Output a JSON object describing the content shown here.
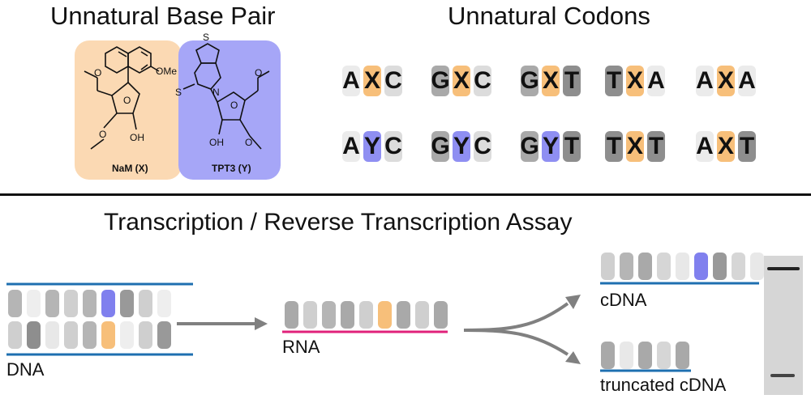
{
  "titles": {
    "base_pair": "Unnatural Base Pair",
    "codons": "Unnatural Codons",
    "assay": "Transcription /  Reverse Transcription Assay"
  },
  "molecules": {
    "left": {
      "caption": "NaM (X)",
      "ome": "OMe",
      "oh": "OH",
      "o": "O"
    },
    "right": {
      "caption": "TPT3 (Y)",
      "s_ring": "S",
      "s_exo": "S",
      "n": "N",
      "oh": "OH",
      "o": "O"
    }
  },
  "codons": [
    {
      "letters": [
        "A",
        "X",
        "C"
      ],
      "colors": [
        "#ebebeb",
        "#f7bf7a",
        "#dcdcdc"
      ]
    },
    {
      "letters": [
        "G",
        "X",
        "C"
      ],
      "colors": [
        "#a9a9a9",
        "#f7bf7a",
        "#dcdcdc"
      ]
    },
    {
      "letters": [
        "G",
        "X",
        "T"
      ],
      "colors": [
        "#a9a9a9",
        "#f7bf7a",
        "#8e8e8e"
      ]
    },
    {
      "letters": [
        "T",
        "X",
        "A"
      ],
      "colors": [
        "#8e8e8e",
        "#f7bf7a",
        "#ebebeb"
      ]
    },
    {
      "letters": [
        "A",
        "X",
        "A"
      ],
      "colors": [
        "#ebebeb",
        "#f7bf7a",
        "#ebebeb"
      ]
    },
    {
      "letters": [
        "A",
        "Y",
        "C"
      ],
      "colors": [
        "#ebebeb",
        "#8f8ff2",
        "#dcdcdc"
      ]
    },
    {
      "letters": [
        "G",
        "Y",
        "C"
      ],
      "colors": [
        "#a9a9a9",
        "#8f8ff2",
        "#dcdcdc"
      ]
    },
    {
      "letters": [
        "G",
        "Y",
        "T"
      ],
      "colors": [
        "#a9a9a9",
        "#8f8ff2",
        "#8e8e8e"
      ]
    },
    {
      "letters": [
        "T",
        "X",
        "T"
      ],
      "colors": [
        "#8e8e8e",
        "#f7bf7a",
        "#8e8e8e"
      ]
    },
    {
      "letters": [
        "A",
        "X",
        "T"
      ],
      "colors": [
        "#ebebeb",
        "#f7bf7a",
        "#8e8e8e"
      ]
    }
  ],
  "assay": {
    "dna_label": "DNA",
    "rna_label": "RNA",
    "cdna_label": "cDNA",
    "truncated_label": "truncated cDNA",
    "dna_top": [
      "#b5b5b5",
      "#eeeeee",
      "#b5b5b5",
      "#cfcfcf",
      "#b5b5b5",
      "#8080ee",
      "#999999",
      "#cfcfcf",
      "#eeeeee"
    ],
    "dna_bottom": [
      "#cfcfcf",
      "#8e8e8e",
      "#e8e8e8",
      "#cfcfcf",
      "#b5b5b5",
      "#f7bf7a",
      "#eeeeee",
      "#cfcfcf",
      "#999999"
    ],
    "rna": [
      "#a9a9a9",
      "#cfcfcf",
      "#b5b5b5",
      "#a9a9a9",
      "#cfcfcf",
      "#f7bf7a",
      "#a9a9a9",
      "#cfcfcf",
      "#a9a9a9"
    ],
    "cdna": [
      "#cfcfcf",
      "#b5b5b5",
      "#a9a9a9",
      "#d6d6d6",
      "#e8e8e8",
      "#8080ee",
      "#999999",
      "#d6d6d6",
      "#e8e8e8"
    ],
    "truncated": [
      "#a9a9a9",
      "#e8e8e8",
      "#a9a9a9",
      "#d6d6d6",
      "#a9a9a9"
    ]
  },
  "colors": {
    "orange_panel": "#fbd9b3",
    "blue_panel": "#a6a6f7",
    "dna_line": "#1e6fb0",
    "rna_line": "#e0217a",
    "arrow": "#808080",
    "gel": "#d6d6d6"
  }
}
